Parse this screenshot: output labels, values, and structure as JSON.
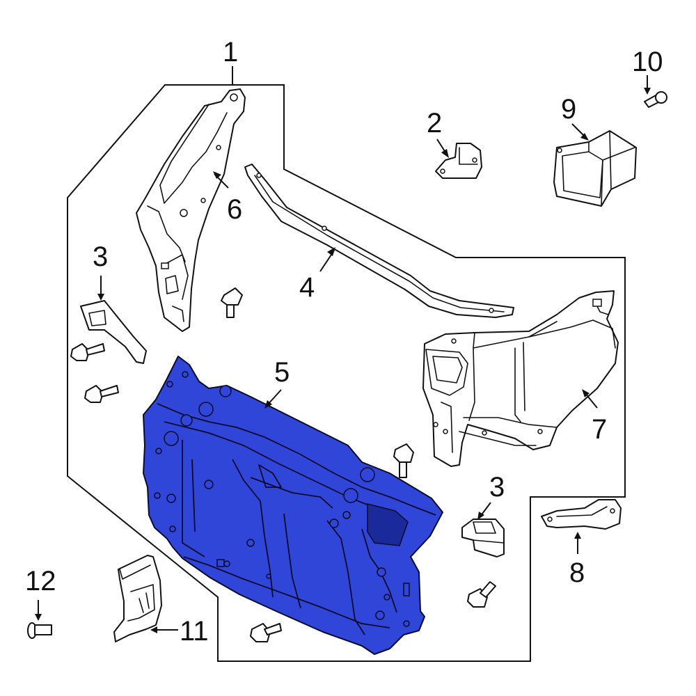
{
  "diagram": {
    "colors": {
      "highlight": "#2f46d8",
      "highlight_dark": "#1a2a9a",
      "outline": "#111111",
      "background": "#ffffff"
    },
    "callouts": [
      {
        "id": "c1",
        "label": "1"
      },
      {
        "id": "c2",
        "label": "2"
      },
      {
        "id": "c3a",
        "label": "3"
      },
      {
        "id": "c3b",
        "label": "3"
      },
      {
        "id": "c4",
        "label": "4"
      },
      {
        "id": "c5",
        "label": "5"
      },
      {
        "id": "c6",
        "label": "6"
      },
      {
        "id": "c7",
        "label": "7"
      },
      {
        "id": "c8",
        "label": "8"
      },
      {
        "id": "c9",
        "label": "9"
      },
      {
        "id": "c10",
        "label": "10"
      },
      {
        "id": "c11",
        "label": "11"
      },
      {
        "id": "c12",
        "label": "12"
      }
    ],
    "highlighted_part": "5"
  }
}
